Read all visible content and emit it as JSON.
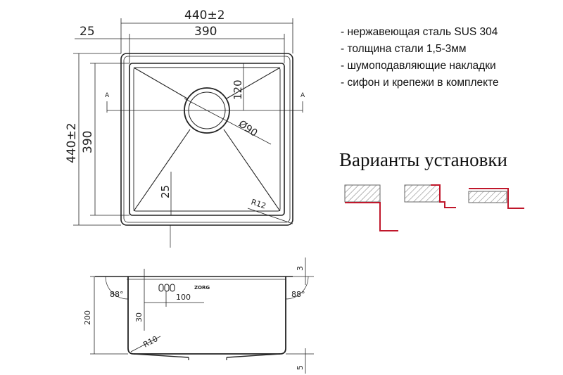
{
  "features": [
    "- нержавеющая сталь SUS 304",
    "- толщина стали 1,5-3мм",
    "- шумоподавляющие накладки",
    "- сифон и крепежи в комплекте"
  ],
  "install_title": "Варианты установки",
  "colors": {
    "line": "#222222",
    "accent": "#c0172b",
    "hatch": "#888888"
  },
  "top_view": {
    "dim_outer_width": "440±2",
    "dim_inner_width": "390",
    "dim_margin": "25",
    "dim_outer_height": "440±2",
    "dim_inner_height": "390",
    "dim_drain_offset": "120",
    "dim_drain_diameter": "Ø90",
    "dim_bottom_offset": "25",
    "dim_corner_radius": "R12",
    "section_mark_left": "A",
    "section_mark_right": "A"
  },
  "section_view": {
    "dim_height": "200",
    "dim_angle_left": "88°",
    "dim_angle_right": "88°",
    "dim_overflow_depth": "30",
    "dim_overflow_width": "100",
    "dim_radius": "R10",
    "dim_rim": "3",
    "dim_bottom": "5",
    "logo_text": "ZORG"
  }
}
